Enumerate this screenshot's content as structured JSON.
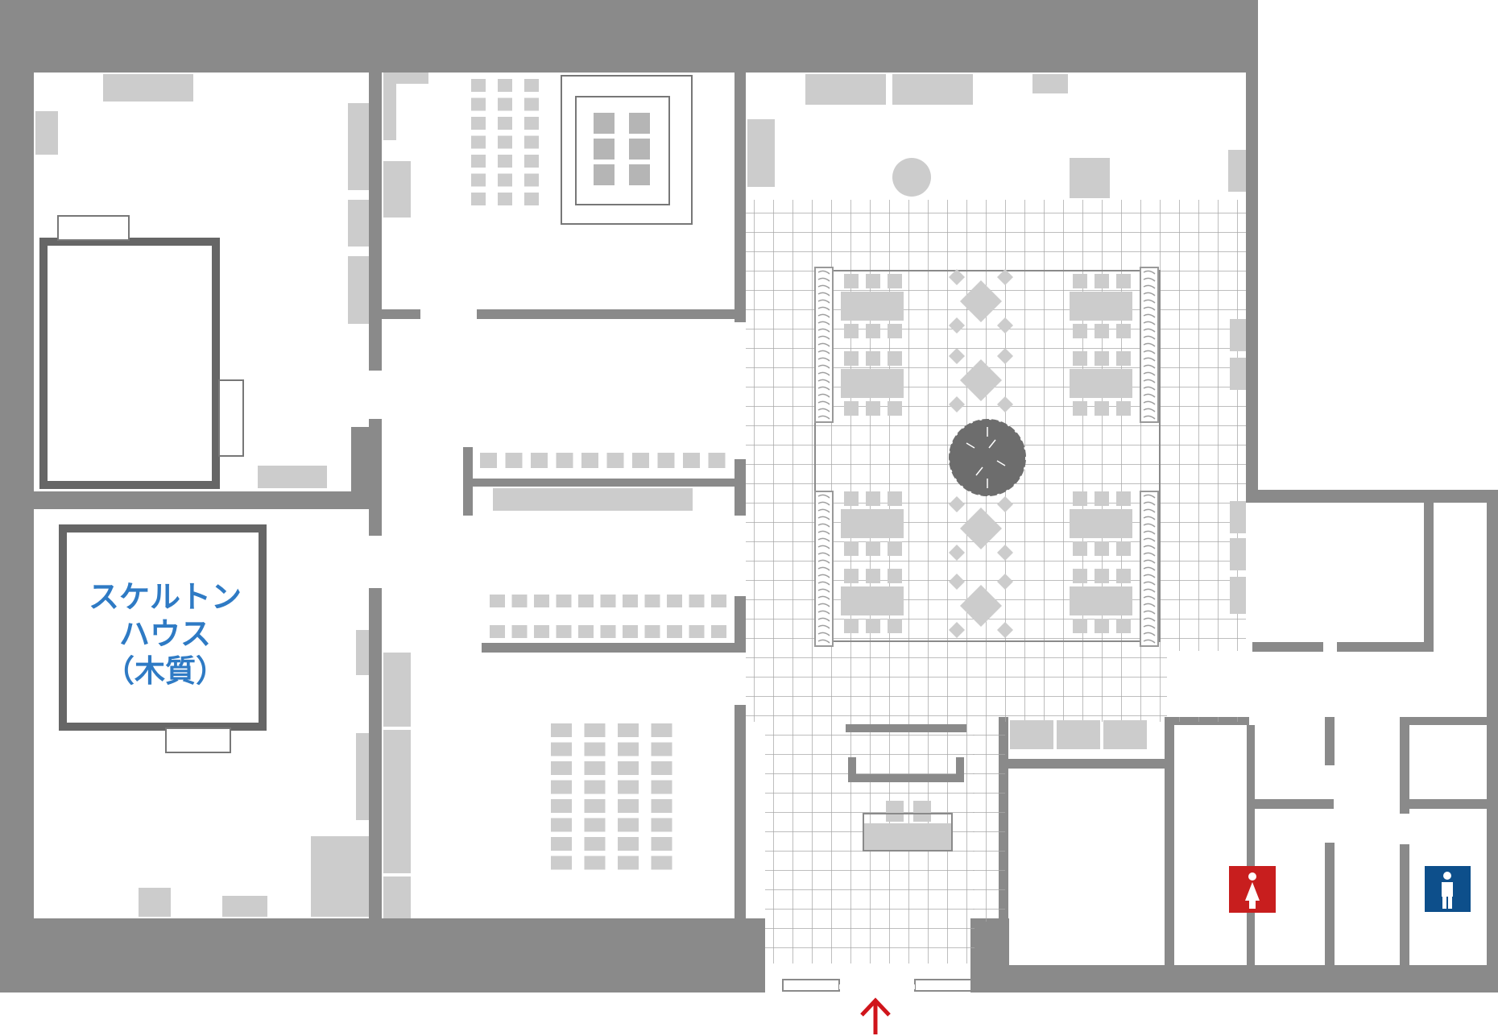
{
  "room_label": {
    "line1": "スケルトン",
    "line2": "ハウス",
    "line3": "（木質）"
  },
  "colors": {
    "wall": "#8a8a8a",
    "frame": "#666666",
    "furniture": "#cccccc",
    "tile_line": "#a8a8a8",
    "label": "#2e7ac4",
    "women": "#c81e1e",
    "men": "#0d4f8b",
    "entrance_arrow": "#d0141b"
  },
  "icons": [
    "women-restroom-icon",
    "men-restroom-icon",
    "entrance-arrow-icon"
  ]
}
